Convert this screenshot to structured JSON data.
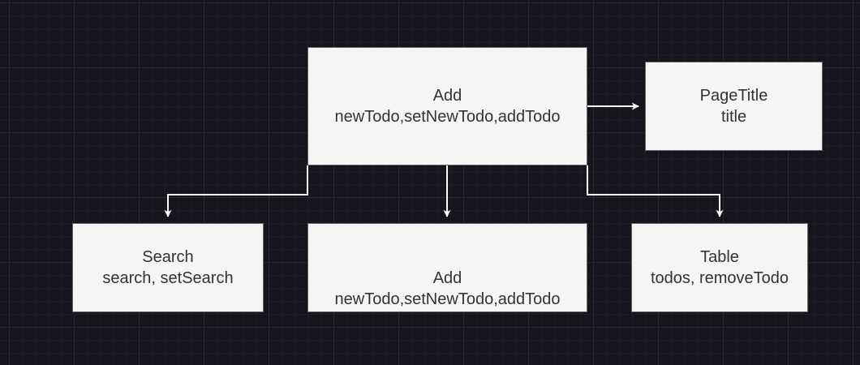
{
  "diagram": {
    "background_color": "#18141d",
    "node_fill": "#f5f5f5",
    "node_stroke": "#666666",
    "edge_color": "#ffffff",
    "nodes": {
      "add_top": {
        "name": "Add",
        "props": "newTodo,setNewTodo,addTodo"
      },
      "page_title": {
        "name": "PageTitle",
        "props": "title"
      },
      "search": {
        "name": "Search",
        "props": "search, setSearch"
      },
      "add_bottom": {
        "name": "Add",
        "props": "newTodo,setNewTodo,addTodo"
      },
      "table": {
        "name": "Table",
        "props": "todos, removeTodo"
      }
    },
    "edges": [
      {
        "from": "Add",
        "to": "PageTitle"
      },
      {
        "from": "Add",
        "to": "Search"
      },
      {
        "from": "Add",
        "to": "Add"
      },
      {
        "from": "Add",
        "to": "Table"
      }
    ]
  }
}
